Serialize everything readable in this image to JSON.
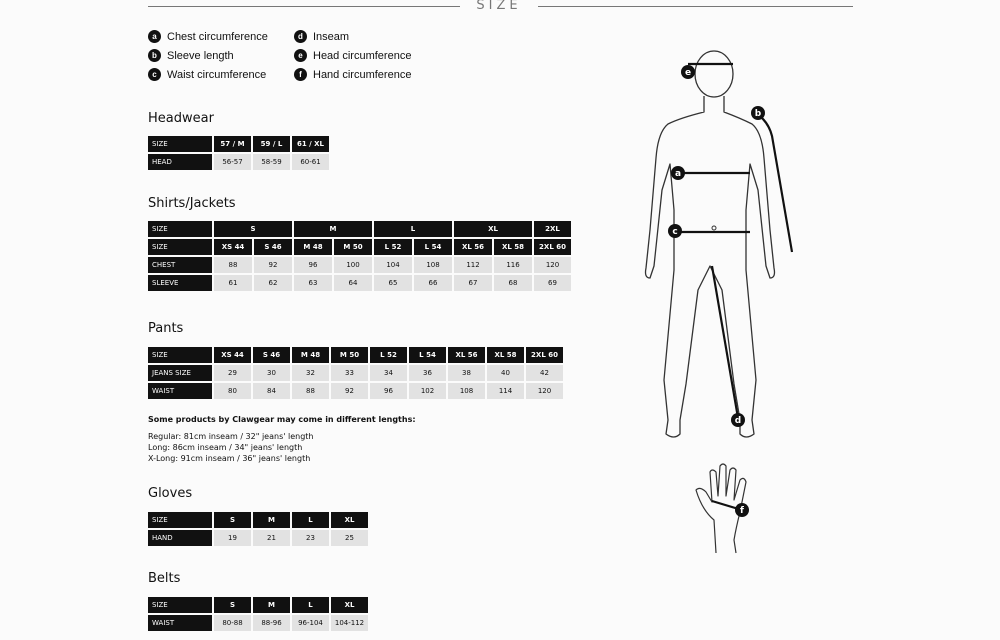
{
  "header": {
    "title": "SIZE"
  },
  "legend": [
    {
      "letter": "a",
      "label": "Chest circumference"
    },
    {
      "letter": "b",
      "label": "Sleeve length"
    },
    {
      "letter": "c",
      "label": "Waist circumference"
    },
    {
      "letter": "d",
      "label": "Inseam"
    },
    {
      "letter": "e",
      "label": "Head circumference"
    },
    {
      "letter": "f",
      "label": "Hand circumference"
    }
  ],
  "headwear": {
    "title": "Headwear",
    "size_label": "SIZE",
    "sizes": [
      "57 / M",
      "59 / L",
      "61 / XL"
    ],
    "row_label": "HEAD",
    "values": [
      "56-57",
      "58-59",
      "60-61"
    ]
  },
  "shirts": {
    "title": "Shirts/Jackets",
    "size_label": "SIZE",
    "groups": [
      "S",
      "M",
      "L",
      "XL",
      "2XL"
    ],
    "sizes": [
      "XS 44",
      "S 46",
      "M 48",
      "M 50",
      "L 52",
      "L 54",
      "XL 56",
      "XL 58",
      "2XL 60"
    ],
    "rows": [
      {
        "label": "CHEST",
        "values": [
          "88",
          "92",
          "96",
          "100",
          "104",
          "108",
          "112",
          "116",
          "120"
        ]
      },
      {
        "label": "SLEEVE",
        "values": [
          "61",
          "62",
          "63",
          "64",
          "65",
          "66",
          "67",
          "68",
          "69"
        ]
      }
    ]
  },
  "pants": {
    "title": "Pants",
    "size_label": "SIZE",
    "sizes": [
      "XS 44",
      "S 46",
      "M 48",
      "M 50",
      "L 52",
      "L 54",
      "XL 56",
      "XL 58",
      "2XL 60"
    ],
    "rows": [
      {
        "label": "JEANS SIZE",
        "values": [
          "29",
          "30",
          "32",
          "33",
          "34",
          "36",
          "38",
          "40",
          "42"
        ]
      },
      {
        "label": "WAIST",
        "values": [
          "80",
          "84",
          "88",
          "92",
          "96",
          "102",
          "108",
          "114",
          "120"
        ]
      }
    ],
    "note_title": "Some products by Clawgear may come in different lengths:",
    "notes": [
      "Regular: 81cm inseam / 32\" jeans' length",
      "Long: 86cm inseam / 34\" jeans' length",
      "X-Long: 91cm inseam / 36\" jeans' length"
    ]
  },
  "gloves": {
    "title": "Gloves",
    "size_label": "SIZE",
    "sizes": [
      "S",
      "M",
      "L",
      "XL"
    ],
    "row_label": "HAND",
    "values": [
      "19",
      "21",
      "23",
      "25"
    ]
  },
  "belts": {
    "title": "Belts",
    "size_label": "SIZE",
    "sizes": [
      "S",
      "M",
      "L",
      "XL"
    ],
    "row_label": "WAIST",
    "values": [
      "80-88",
      "88-96",
      "96-104",
      "104-112"
    ]
  }
}
